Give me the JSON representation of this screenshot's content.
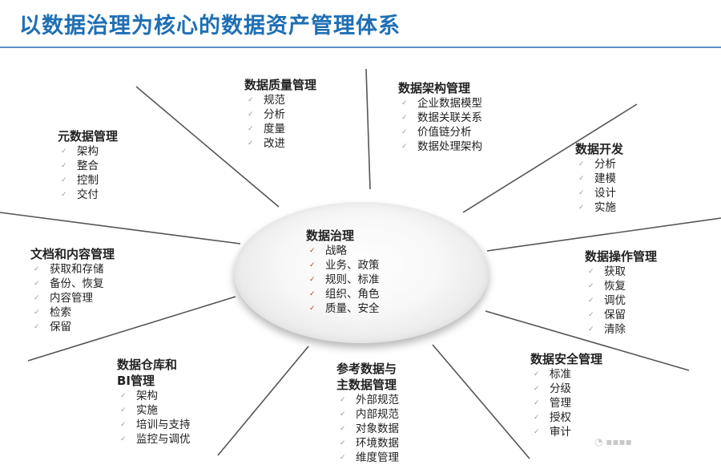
{
  "title": "以数据治理为核心的数据资产管理体系",
  "colors": {
    "title": "#1f6fb4",
    "rule": "#5a8fc6",
    "spoke": "#555555",
    "hub_check": "#c0392b",
    "check": "#9a9a9a"
  },
  "center": {
    "title": "数据治理",
    "items": [
      "战略",
      "业务、政策",
      "规则、标准",
      "组织、角色",
      "质量、安全"
    ]
  },
  "blocks": {
    "quality": {
      "title": "数据质量管理",
      "items": [
        "规范",
        "分析",
        "度量",
        "改进"
      ]
    },
    "arch": {
      "title": "数据架构管理",
      "items": [
        "企业数据模型",
        "数据关联关系",
        "价值链分析",
        "数据处理架构"
      ]
    },
    "meta": {
      "title": "元数据管理",
      "items": [
        "架构",
        "整合",
        "控制",
        "交付"
      ]
    },
    "dev": {
      "title": "数据开发",
      "items": [
        "分析",
        "建模",
        "设计",
        "实施"
      ]
    },
    "doc": {
      "title": "文档和内容管理",
      "items": [
        "获取和存储",
        "备份、恢复",
        "内容管理",
        "检索",
        "保留"
      ]
    },
    "ops": {
      "title": "数据操作管理",
      "items": [
        "获取",
        "恢复",
        "调优",
        "保留",
        "清除"
      ]
    },
    "dw": {
      "title_lines": [
        "数据仓库和",
        "BI管理"
      ],
      "items": [
        "架构",
        "实施",
        "培训与支持",
        "监控与调优"
      ]
    },
    "ref": {
      "title_lines": [
        "参考数据与",
        "主数据管理"
      ],
      "items": [
        "外部规范",
        "内部规范",
        "对象数据",
        "环境数据",
        "维度管理"
      ]
    },
    "security": {
      "title": "数据安全管理",
      "items": [
        "标准",
        "分级",
        "管理",
        "授权",
        "审计"
      ]
    }
  }
}
